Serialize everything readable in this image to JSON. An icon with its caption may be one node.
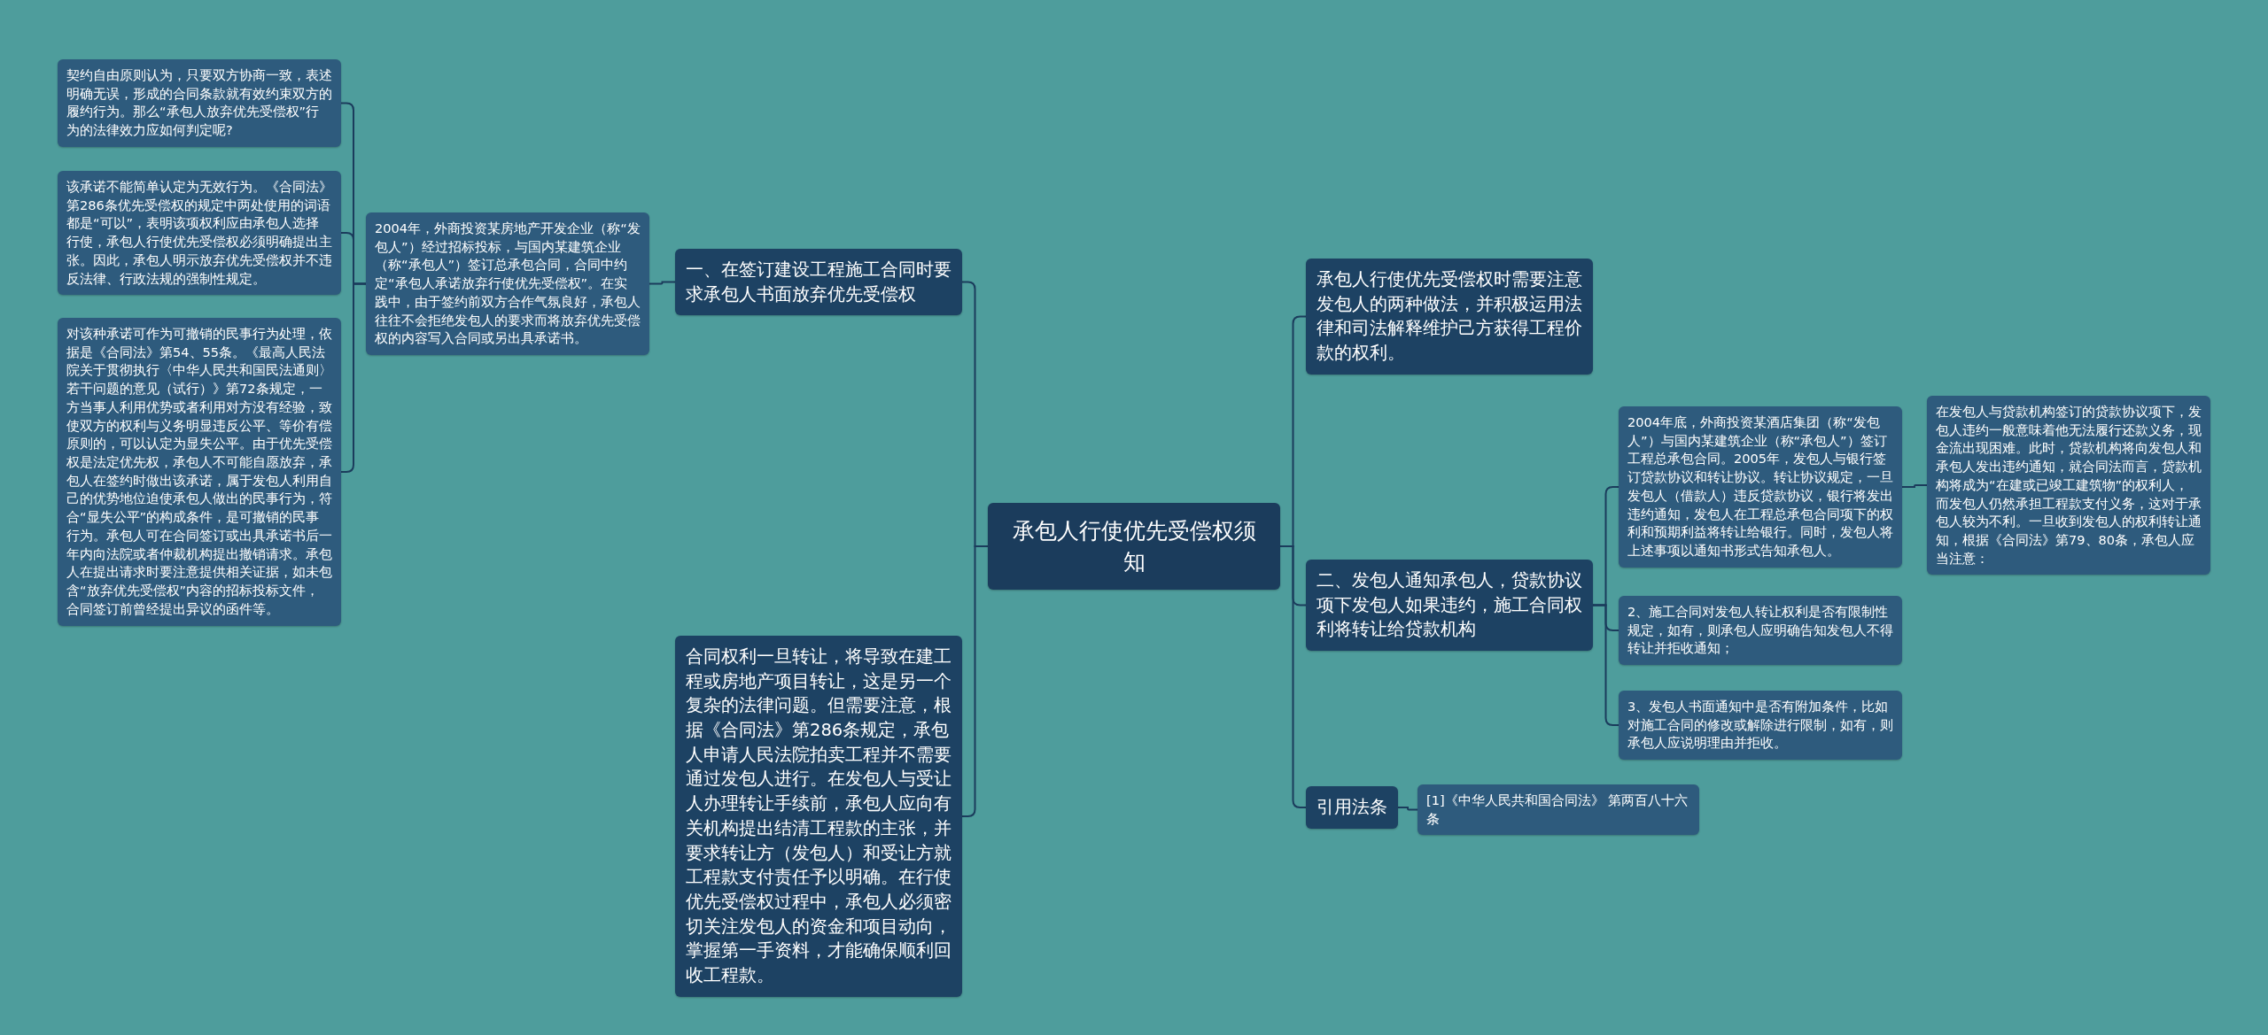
{
  "diagram": {
    "nodes": [
      {
        "text": [
          "承包人行使优先受偿权须知"
        ]
      },
      {
        "text": [
          "一、在签订建设工程施工合同时要求承包人书面放弃优先受偿权"
        ]
      },
      {
        "text": [
          "2004年，外商投资某房地产开发企业（称“发包人”）经过招标投标，与国内某建筑企业（称“承包人”）签订总承包合同，合同中约定“承包人承诺放弃行使优先受偿权”。在实践中，由于签约前双方合作气氛良好，承包人往往不会拒绝发包人的要求而将放弃优先受偿权的内容写入合同或另出具承诺书。"
        ]
      },
      {
        "text": [
          "契约自由原则认为，只要双方协商一致，表述明确无误，形成的合同条款就有效约束双方的履约行为。那么“承包人放弃优先受偿权”行为的法律效力应如何判定呢?"
        ]
      },
      {
        "text": [
          "该承诺不能简单认定为无效行为。《合同法》第286条优先受偿权的规定中两处使用的词语都是“可以”，表明该项权利应由承包人选择行使，承包人行使优先受偿权必须明确提出主张。因此，承包人明示放弃优先受偿权并不违反法律、行政法规的强制性规定。"
        ]
      },
      {
        "text": [
          "对该种承诺可作为可撤销的民事行为处理，依据是《合同法》第54、55条。《最高人民法院关于贯彻执行〈中华人民共和国民法通则〉若干问题的意见（试行）》第72条规定，一方当事人利用优势或者利用对方没有经验，致使双方的权利与义务明显违反公平、等价有偿原则的，可以认定为显失公平。由于优先受偿权是法定优先权，承包人不可能自愿放弃，承包人在签约时做出该承诺，属于发包人利用自己的优势地位迫使承包人做出的民事行为，符合“显失公平”的构成条件，是可撤销的民事行为。承包人可在合同签订或出具承诺书后一年内向法院或者仲裁机构提出撤销请求。承包人在提出请求时要注意提供相关证据，如未包含“放弃优先受偿权”内容的招标投标文件，合同签订前曾经提出异议的函件等。"
        ]
      },
      {
        "text": [
          "合同权利一旦转让，将导致在建工程或房地产项目转让，这是另一个复杂的法律问题。但需要注意，根据《合同法》第286条规定，承包人申请人民法院拍卖工程并不需要通过发包人进行。在发包人与受让人办理转让手续前，承包人应向有关机构提出结清工程款的主张，并要求转让方（发包人）和受让方就工程款支付责任予以明确。在行使优先受偿权过程中，承包人必须密切关注发包人的资金和项目动向，掌握第一手资料，才能确保顺利回收工程款。"
        ]
      },
      {
        "text": [
          "承包人行使优先受偿权时需要注意发包人的两种做法，并积极运用法律和司法解释维护己方获得工程价款的权利。"
        ]
      },
      {
        "text": [
          "二、发包人通知承包人，贷款协议项下发包人如果违约，施工合同权利将转让给贷款机构"
        ]
      },
      {
        "text": [
          "2004年底，外商投资某酒店集团（称“发包人”）与国内某建筑企业（称“承包人”）签订工程总承包合同。2005年，发包人与银行签订贷款协议和转让协议。转让协议规定，一旦发包人（借款人）违反贷款协议，银行将发出违约通知，发包人在工程总承包合同项下的权利和预期利益将转让给银行。同时，发包人将上述事项以通知书形式告知承包人。"
        ]
      },
      {
        "text": [
          "在发包人与贷款机构签订的贷款协议项下，发包人违约一般意味着他无法履行还款义务，现金流出现困难。此时，贷款机构将向发包人和承包人发出违约通知，就合同法而言，贷款机构将成为“在建或已竣工建筑物”的权利人，而发包人仍然承担工程款支付义务，这对于承包人较为不利。一旦收到发包人的权利转让通知，根据《合同法》第79、80条，承包人应当注意："
        ]
      },
      {
        "text": [
          "2、施工合同对发包人转让权利是否有限制性规定，如有，则承包人应明确告知发包人不得转让并拒收通知；"
        ]
      },
      {
        "text": [
          "3、发包人书面通知中是否有附加条件，比如对施工合同的修改或解除进行限制，如有，则承包人应说明理由并拒收。"
        ]
      },
      {
        "text": [
          "引用法条"
        ]
      },
      {
        "text": [
          "[1]《中华人民共和国合同法》 第两百八十六条"
        ]
      }
    ],
    "edges": [
      {
        "from": 0,
        "to": 1,
        "arrow": "none"
      },
      {
        "from": 1,
        "to": 2,
        "arrow": "none"
      },
      {
        "from": 2,
        "to": 3,
        "arrow": "none"
      },
      {
        "from": 2,
        "to": 4,
        "arrow": "none"
      },
      {
        "from": 2,
        "to": 5,
        "arrow": "none"
      },
      {
        "from": 0,
        "to": 6,
        "arrow": "none"
      },
      {
        "from": 0,
        "to": 7,
        "arrow": "none"
      },
      {
        "from": 0,
        "to": 8,
        "arrow": "none"
      },
      {
        "from": 8,
        "to": 9,
        "arrow": "none"
      },
      {
        "from": 9,
        "to": 10,
        "arrow": "none"
      },
      {
        "from": 8,
        "to": 11,
        "arrow": "none"
      },
      {
        "from": 8,
        "to": 12,
        "arrow": "none"
      },
      {
        "from": 0,
        "to": 13,
        "arrow": "none"
      },
      {
        "from": 13,
        "to": 14,
        "arrow": "none"
      }
    ]
  }
}
